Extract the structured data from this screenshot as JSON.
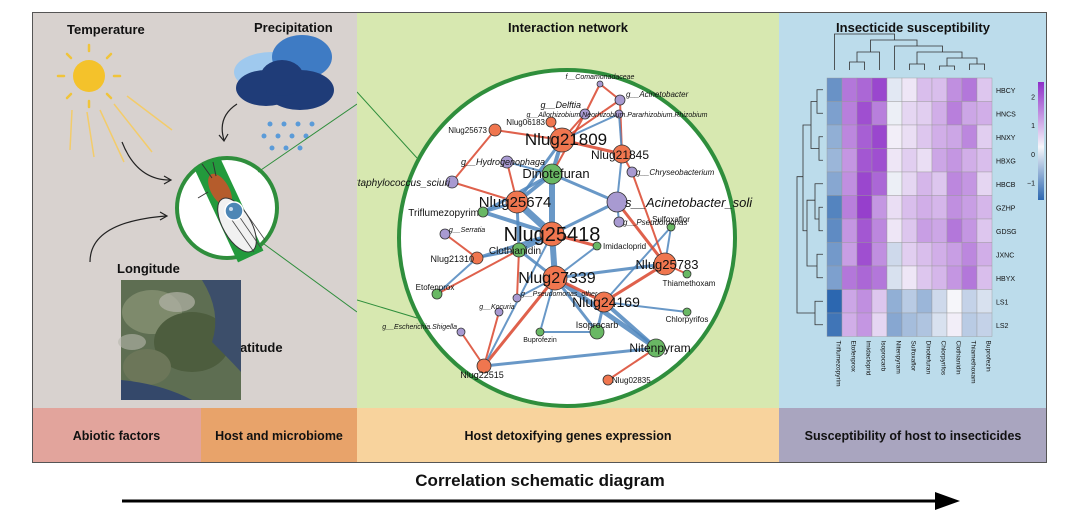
{
  "panels": {
    "abiotic": {
      "temperature": "Temperature",
      "precipitation": "Precipitation",
      "longitude": "Longitude",
      "latitude": "Latitude"
    },
    "network": {
      "title": "Interaction network",
      "nodes": [
        {
          "label": "f__Comamonadaceae",
          "kind": "microbe"
        },
        {
          "label": "g__Acinetobacter",
          "kind": "microbe"
        },
        {
          "label": "g__Delftia",
          "kind": "microbe"
        },
        {
          "label": "g__Allorhizobium.Neorhizobium.Pararhizobium.Rhizobium",
          "kind": "microbe"
        },
        {
          "label": "Nlug25673",
          "kind": "gene"
        },
        {
          "label": "Nlug06183",
          "kind": "gene"
        },
        {
          "label": "Nlug21809",
          "kind": "gene"
        },
        {
          "label": "g__Hydrogenophaga",
          "kind": "microbe"
        },
        {
          "label": "Nlug21845",
          "kind": "gene"
        },
        {
          "label": "g__Chryseobacterium",
          "kind": "microbe"
        },
        {
          "label": "s__Staphylococcus_sciuri",
          "kind": "microbe"
        },
        {
          "label": "Dinotefuran",
          "kind": "insecticide"
        },
        {
          "label": "Nlug25674",
          "kind": "gene"
        },
        {
          "label": "s__Acinetobacter_soli",
          "kind": "microbe"
        },
        {
          "label": "Triflumezopyrim",
          "kind": "insecticide"
        },
        {
          "label": "g__Pseudomonas",
          "kind": "microbe"
        },
        {
          "label": "Sulfoxaflor",
          "kind": "insecticide"
        },
        {
          "label": "g__Serratia",
          "kind": "microbe"
        },
        {
          "label": "Nlug25418",
          "kind": "gene"
        },
        {
          "label": "Imidacloprid",
          "kind": "insecticide"
        },
        {
          "label": "Clothianidin",
          "kind": "insecticide"
        },
        {
          "label": "Nlug21310",
          "kind": "gene"
        },
        {
          "label": "Nlug25783",
          "kind": "gene"
        },
        {
          "label": "Thiamethoxam",
          "kind": "insecticide"
        },
        {
          "label": "Nlug27339",
          "kind": "gene"
        },
        {
          "label": "Etofenprox",
          "kind": "insecticide"
        },
        {
          "label": "g__Pseudomonas_other",
          "kind": "microbe"
        },
        {
          "label": "Nlug24169",
          "kind": "gene"
        },
        {
          "label": "g__Kocuria",
          "kind": "microbe"
        },
        {
          "label": "Chlorpyrifos",
          "kind": "insecticide"
        },
        {
          "label": "g__Escherichia.Shigella",
          "kind": "microbe"
        },
        {
          "label": "Buprofezin",
          "kind": "insecticide"
        },
        {
          "label": "Isoprocarb",
          "kind": "insecticide"
        },
        {
          "label": "Nitenpyram",
          "kind": "insecticide"
        },
        {
          "label": "Nlug22515",
          "kind": "gene"
        },
        {
          "label": "Nlug02835",
          "kind": "gene"
        }
      ]
    },
    "insecticide": {
      "title": "Insecticide susceptibility",
      "rows": [
        "HBCY",
        "HNCS",
        "HNXY",
        "HBXG",
        "HBCB",
        "GZHP",
        "GDSG",
        "JXNC",
        "HBYX",
        "LS1",
        "LS2"
      ],
      "cols": [
        "Triflumezopyrim",
        "Etofenprox",
        "Imidacloprid",
        "Isoprocarb",
        "Nitenpyram",
        "Sulfoxaflor",
        "Dinotefuran",
        "Chlorpyrifos",
        "Clothianidin",
        "Thiamethoxam",
        "Buprofezin"
      ],
      "values": [
        [
          -1.4,
          1.6,
          1.8,
          2.2,
          -0.2,
          0.2,
          0.7,
          0.7,
          1.3,
          1.6,
          0.6
        ],
        [
          -1.2,
          1.5,
          2.1,
          1.5,
          -0.1,
          0.4,
          0.5,
          0.9,
          1.5,
          1.0,
          0.9
        ],
        [
          -1.0,
          1.4,
          1.9,
          2.2,
          0.1,
          0.3,
          0.6,
          0.9,
          1.0,
          1.4,
          0.5
        ],
        [
          -0.9,
          1.2,
          2.0,
          2.1,
          0.2,
          0.5,
          0.3,
          1.0,
          1.2,
          0.9,
          0.7
        ],
        [
          -1.1,
          1.3,
          2.2,
          1.8,
          -0.1,
          0.4,
          0.8,
          0.6,
          1.4,
          1.2,
          0.4
        ],
        [
          -1.6,
          1.5,
          2.3,
          1.2,
          0.3,
          0.7,
          0.9,
          0.8,
          1.3,
          1.1,
          0.8
        ],
        [
          -1.5,
          1.2,
          2.0,
          1.4,
          0.2,
          0.6,
          1.1,
          1.0,
          1.6,
          1.2,
          0.6
        ],
        [
          -1.3,
          1.1,
          2.1,
          1.3,
          -0.4,
          0.5,
          0.7,
          0.9,
          1.1,
          1.4,
          0.9
        ],
        [
          -1.2,
          1.6,
          1.8,
          1.6,
          -0.3,
          0.2,
          0.6,
          0.8,
          1.2,
          1.6,
          0.7
        ],
        [
          -2.0,
          1.0,
          1.3,
          0.6,
          -1.0,
          -0.6,
          -0.9,
          -0.4,
          0.0,
          -0.5,
          -0.3
        ],
        [
          -1.8,
          0.9,
          1.2,
          0.4,
          -1.1,
          -0.8,
          -0.7,
          -0.3,
          0.1,
          -0.6,
          -0.5
        ]
      ],
      "legend_ticks": [
        "2",
        "1",
        "0",
        "−1"
      ]
    }
  },
  "bands": {
    "abiotic": "Abiotic factors",
    "host": "Host and microbiome",
    "detox": "Host detoxifying genes expression",
    "susc": "Susceptibility of host to insecticides"
  },
  "arrow_label": "Correlation schematic diagram",
  "colors": {
    "env_bg": "#d8d2cf",
    "net_bg": "#d7e8b0",
    "ins_bg": "#bcdceb",
    "gene_node": "#f0764f",
    "insecticide_node": "#69b864",
    "microbe_node": "#a89ad1",
    "positive_edge": "#d9452d",
    "negative_edge": "#4f86bd",
    "heat_high": "#8e2fc8",
    "heat_low": "#2c67b0"
  }
}
